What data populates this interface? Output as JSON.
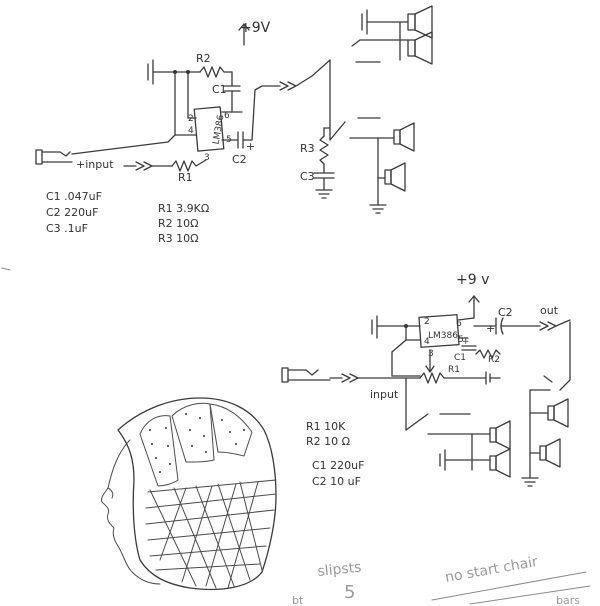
{
  "circuit1": {
    "supply": "+9V",
    "chip": "LM386",
    "pins": {
      "p2": "2",
      "p4": "4",
      "p6": "6",
      "p5": "5",
      "p3": "3"
    },
    "labels": {
      "r1": "R1",
      "r2": "R2",
      "r3": "R3",
      "c1": "C1",
      "c2": "C2",
      "c3": "C3"
    },
    "input_label": "+input",
    "plus": "+",
    "minus": "-",
    "parts_caps": [
      "C1 .047uF",
      "C2 220uF",
      "C3 .1uF"
    ],
    "parts_res": [
      "R1 3.9KΩ",
      "R2 10Ω",
      "R3 10Ω"
    ]
  },
  "circuit2": {
    "supply": "+9 v",
    "chip": "LM386",
    "pins": {
      "p2": "2",
      "p4": "4",
      "p6": "6",
      "p5": "5",
      "p3": "3"
    },
    "labels": {
      "r1": "R1",
      "r2": "R2",
      "c1": "C1",
      "c2": "C2"
    },
    "input_label": "input",
    "out_label": "out",
    "plus": "+",
    "parts_res": [
      "R1 10K",
      "R2 10 Ω"
    ],
    "parts_caps": [
      "C1 220uF",
      "C2 10 uF"
    ]
  },
  "notes": {
    "n1": "slipsts",
    "n2": "5",
    "n3": "no start chair",
    "n4": "bt",
    "n5": "bars"
  }
}
